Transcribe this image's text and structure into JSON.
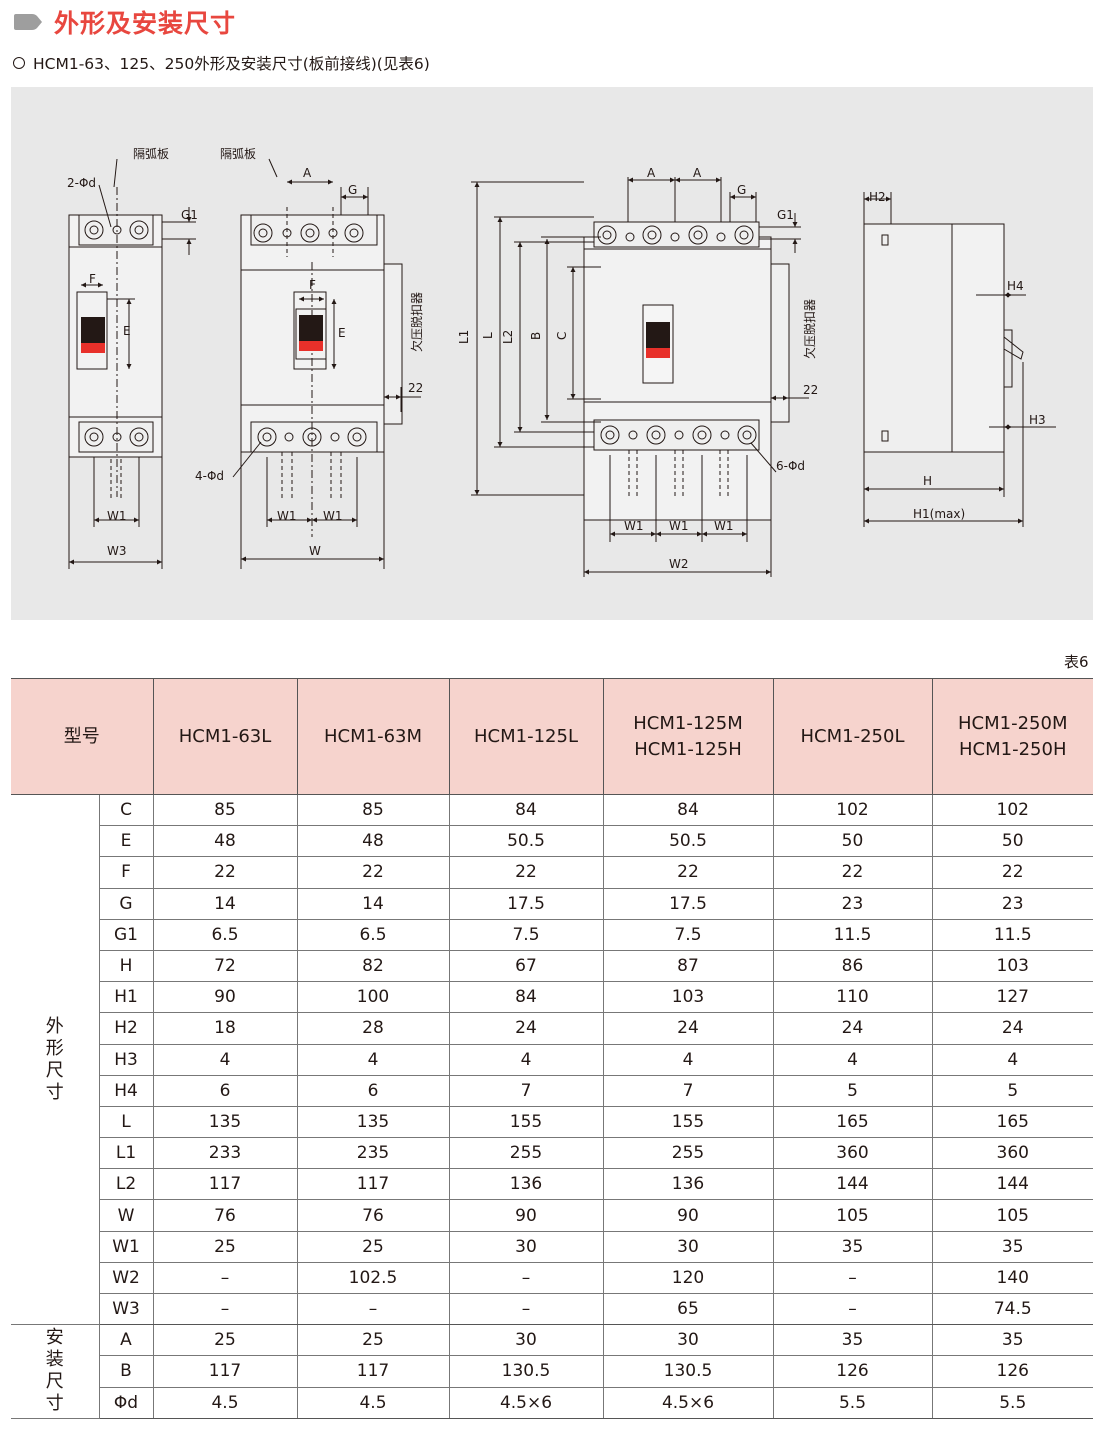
{
  "header": {
    "title": "外形及安装尺寸",
    "subtitle": "HCM1-63、125、250外形及安装尺寸(板前接线)(见表6)"
  },
  "diagram": {
    "labels": {
      "arc_plate": "隔弧板",
      "hole_2": "2-Φd",
      "hole_4": "4-Φd",
      "hole_6": "6-Φd",
      "uv_release": "欠压脱扣器",
      "A": "A",
      "B": "B",
      "C": "C",
      "E": "E",
      "F": "F",
      "G": "G",
      "G1": "G1",
      "H": "H",
      "H1max": "H1(max)",
      "H2": "H2",
      "H3": "H3",
      "H4": "H4",
      "L": "L",
      "L1": "L1",
      "L2": "L2",
      "W": "W",
      "W1": "W1",
      "W2": "W2",
      "W3": "W3",
      "d22": "22"
    }
  },
  "table": {
    "label": "表6",
    "header_model": "型号",
    "columns": [
      [
        "HCM1-63L"
      ],
      [
        "HCM1-63M"
      ],
      [
        "HCM1-125L"
      ],
      [
        "HCM1-125M",
        "HCM1-125H"
      ],
      [
        "HCM1-250L"
      ],
      [
        "HCM1-250M",
        "HCM1-250H"
      ]
    ],
    "groups": [
      {
        "name": "外形尺寸",
        "rows": [
          {
            "dim": "C",
            "values": [
              "85",
              "85",
              "84",
              "84",
              "102",
              "102"
            ]
          },
          {
            "dim": "E",
            "values": [
              "48",
              "48",
              "50.5",
              "50.5",
              "50",
              "50"
            ]
          },
          {
            "dim": "F",
            "values": [
              "22",
              "22",
              "22",
              "22",
              "22",
              "22"
            ]
          },
          {
            "dim": "G",
            "values": [
              "14",
              "14",
              "17.5",
              "17.5",
              "23",
              "23"
            ]
          },
          {
            "dim": "G1",
            "values": [
              "6.5",
              "6.5",
              "7.5",
              "7.5",
              "11.5",
              "11.5"
            ]
          },
          {
            "dim": "H",
            "values": [
              "72",
              "82",
              "67",
              "87",
              "86",
              "103"
            ]
          },
          {
            "dim": "H1",
            "values": [
              "90",
              "100",
              "84",
              "103",
              "110",
              "127"
            ]
          },
          {
            "dim": "H2",
            "values": [
              "18",
              "28",
              "24",
              "24",
              "24",
              "24"
            ]
          },
          {
            "dim": "H3",
            "values": [
              "4",
              "4",
              "4",
              "4",
              "4",
              "4"
            ]
          },
          {
            "dim": "H4",
            "values": [
              "6",
              "6",
              "7",
              "7",
              "5",
              "5"
            ]
          },
          {
            "dim": "L",
            "values": [
              "135",
              "135",
              "155",
              "155",
              "165",
              "165"
            ]
          },
          {
            "dim": "L1",
            "values": [
              "233",
              "235",
              "255",
              "255",
              "360",
              "360"
            ]
          },
          {
            "dim": "L2",
            "values": [
              "117",
              "117",
              "136",
              "136",
              "144",
              "144"
            ]
          },
          {
            "dim": "W",
            "values": [
              "76",
              "76",
              "90",
              "90",
              "105",
              "105"
            ]
          },
          {
            "dim": "W1",
            "values": [
              "25",
              "25",
              "30",
              "30",
              "35",
              "35"
            ]
          },
          {
            "dim": "W2",
            "values": [
              "–",
              "102.5",
              "–",
              "120",
              "–",
              "140"
            ]
          },
          {
            "dim": "W3",
            "values": [
              "–",
              "–",
              "–",
              "65",
              "–",
              "74.5"
            ]
          }
        ]
      },
      {
        "name": "安装尺寸",
        "rows": [
          {
            "dim": "A",
            "values": [
              "25",
              "25",
              "30",
              "30",
              "35",
              "35"
            ]
          },
          {
            "dim": "B",
            "values": [
              "117",
              "117",
              "130.5",
              "130.5",
              "126",
              "126"
            ]
          },
          {
            "dim": "Φd",
            "values": [
              "4.5",
              "4.5",
              "4.5×6",
              "4.5×6",
              "5.5",
              "5.5"
            ]
          }
        ]
      }
    ]
  }
}
